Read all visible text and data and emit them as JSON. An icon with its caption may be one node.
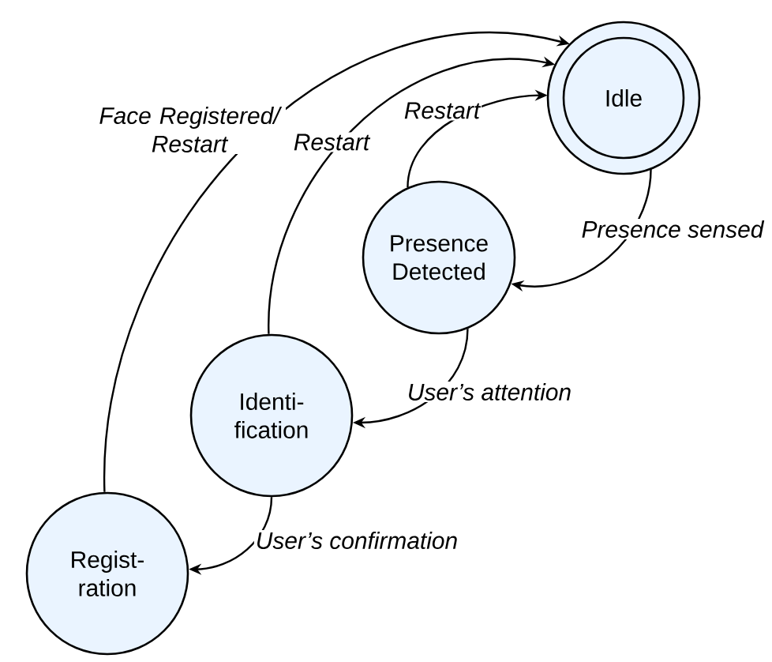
{
  "diagram": {
    "nodes": [
      {
        "text": [
          "Idle"
        ]
      },
      {
        "text": [
          "Presence Detected"
        ]
      },
      {
        "text": [
          "Identi- fication"
        ]
      },
      {
        "text": [
          "Regist- ration"
        ]
      }
    ],
    "edges": [
      {
        "from": 0,
        "to": 1,
        "arrow": "to",
        "label": "Presence sensed"
      },
      {
        "from": 1,
        "to": 2,
        "arrow": "to",
        "label": "User’s attention"
      },
      {
        "from": 2,
        "to": 3,
        "arrow": "to",
        "label": "User’s confirmation"
      },
      {
        "from": 1,
        "to": 0,
        "arrow": "to",
        "label": "Restart"
      },
      {
        "from": 2,
        "to": 0,
        "arrow": "to",
        "label": "Restart"
      },
      {
        "from": 3,
        "to": 0,
        "arrow": "to",
        "label": "Face Registered/ Restart"
      }
    ]
  }
}
